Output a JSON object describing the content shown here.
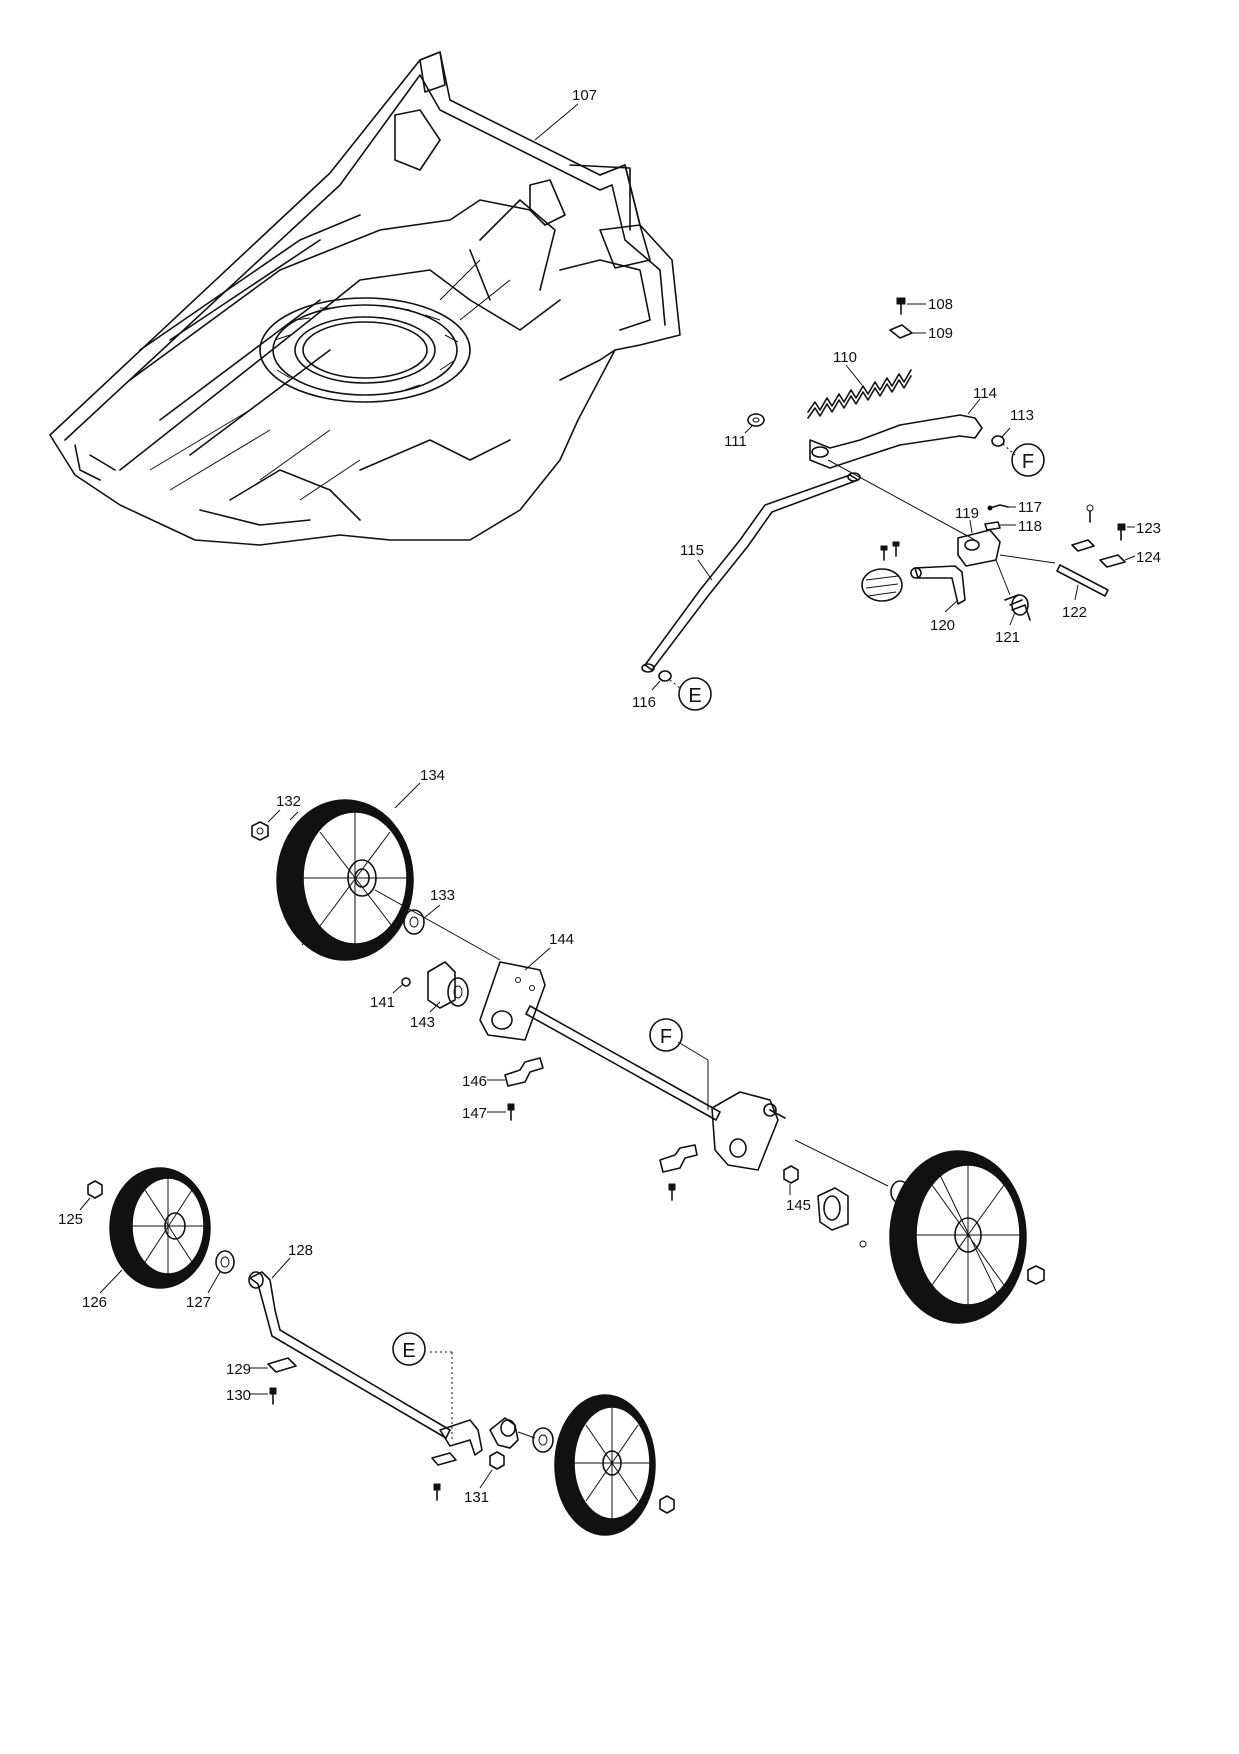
{
  "labels": {
    "p107": "107",
    "p108": "108",
    "p109": "109",
    "p110": "110",
    "p111": "111",
    "p113": "113",
    "p114": "114",
    "p115": "115",
    "p116": "116",
    "p117": "117",
    "p118": "118",
    "p119": "119",
    "p120": "120",
    "p121": "121",
    "p122": "122",
    "p123": "123",
    "p124": "124",
    "p125": "125",
    "p126": "126",
    "p127": "127",
    "p128": "128",
    "p129": "129",
    "p130": "130",
    "p131": "131",
    "p132": "132",
    "p133": "133",
    "p134": "134",
    "p141": "141",
    "p143": "143",
    "p144": "144",
    "p145": "145",
    "p146": "146",
    "p147": "147"
  },
  "callouts": {
    "E": "E",
    "F": "F"
  }
}
